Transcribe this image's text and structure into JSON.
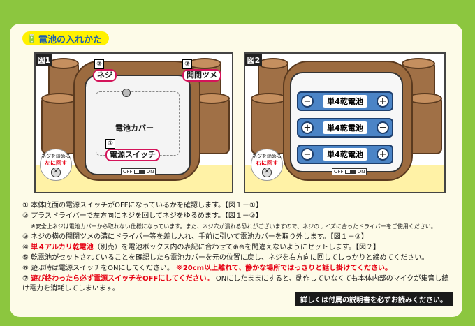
{
  "title": "電池の入れかた",
  "figures": {
    "fig1": {
      "label": "図1",
      "screw_label": "ネジ",
      "screw_num": "②",
      "latch_label": "開閉ツメ",
      "latch_num": "③",
      "cover_label": "電池カバー",
      "switch_num": "①",
      "switch_label": "電源スイッチ",
      "switch_off": "OFF",
      "switch_on": "ON",
      "loosen_note": "ネジを緩める",
      "loosen_dir": "左に回す"
    },
    "fig2": {
      "label": "図2",
      "battery_label": "単4乾電池",
      "switch_off": "OFF",
      "switch_on": "ON",
      "tighten_note": "ネジを締める",
      "tighten_dir": "右に回す"
    }
  },
  "instructions": {
    "step1": "① 本体底面の電源スイッチがOFFになっているかを確認します。【図１－①】",
    "step2": "② プラスドライバーで左方向にネジを回してネジをゆるめます。【図１－②】",
    "step2_note": "※安全上ネジは電池カバーから取れない仕様になっています。また、ネジ穴が潰れる恐れがございますので、ネジのサイズに合ったドライバーをご使用ください。",
    "step3": "③ ネジの横の開閉ツメの溝にドライバー等を差し入れ、手前に引いて電池カバーを取り外します。【図１－③】",
    "step4_num": "④",
    "step4_red": "単４アルカリ乾電池",
    "step4_rest": "（別売）を電池ボックス内の表記に合わせて⊕⊖を間違えないようにセットします。【図２】",
    "step5": "⑤ 乾電池がセットされていることを確認したら電池カバーを元の位置に戻し、ネジを右方向に回してしっかりと締めてください。",
    "step6_text": "⑥ 遊ぶ時は電源スイッチをONにしてください。",
    "step6_red": "※20cm以上離れて、静かな場所ではっきりと話し掛けてください。",
    "step7_num": "⑦",
    "step7_red": "遊び終わったら必ず電源スイッチをOFFにしてください。",
    "step7_rest": "ONにしたままにすると、動作していなくても本体内部のマイクが集音し続け電力を消耗してしまいます。"
  },
  "footer": "詳しくは付属の説明書を必ずお読みください。",
  "colors": {
    "background": "#8cc63f",
    "panel": "#fdfbe8",
    "title_badge": "#fff100",
    "title_text": "#1d5fb0",
    "emphasis_red": "#e60012",
    "battery_blue": "#4b84c6"
  }
}
